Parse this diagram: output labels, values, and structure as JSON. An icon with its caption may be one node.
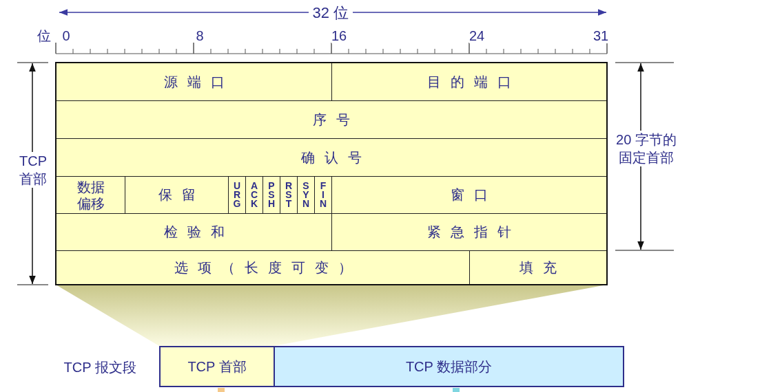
{
  "diagram": {
    "nodes": [
      {
        "text": [
          "源端口"
        ]
      },
      {
        "text": [
          "目的端口"
        ]
      },
      {
        "text": [
          "序号"
        ]
      },
      {
        "text": [
          "确认号"
        ]
      },
      {
        "text": [
          "数据偏移"
        ]
      },
      {
        "text": [
          "保留"
        ]
      },
      {
        "text": [
          "URG"
        ]
      },
      {
        "text": [
          "ACK"
        ]
      },
      {
        "text": [
          "PSH"
        ]
      },
      {
        "text": [
          "RST"
        ]
      },
      {
        "text": [
          "SYN"
        ]
      },
      {
        "text": [
          "FIN"
        ]
      },
      {
        "text": [
          "窗口"
        ]
      },
      {
        "text": [
          "检验和"
        ]
      },
      {
        "text": [
          "紧急指针"
        ]
      },
      {
        "text": [
          "选项（长度可变）"
        ]
      },
      {
        "text": [
          "填充"
        ]
      },
      {
        "text": [
          "TCP 首部"
        ]
      },
      {
        "text": [
          "TCP 数据部分"
        ]
      }
    ],
    "labels": [
      "32 位",
      "位",
      "0",
      "8",
      "16",
      "24",
      "31",
      "TCP 首部",
      "20 字节的固定首部",
      "TCP 报文段"
    ]
  }
}
